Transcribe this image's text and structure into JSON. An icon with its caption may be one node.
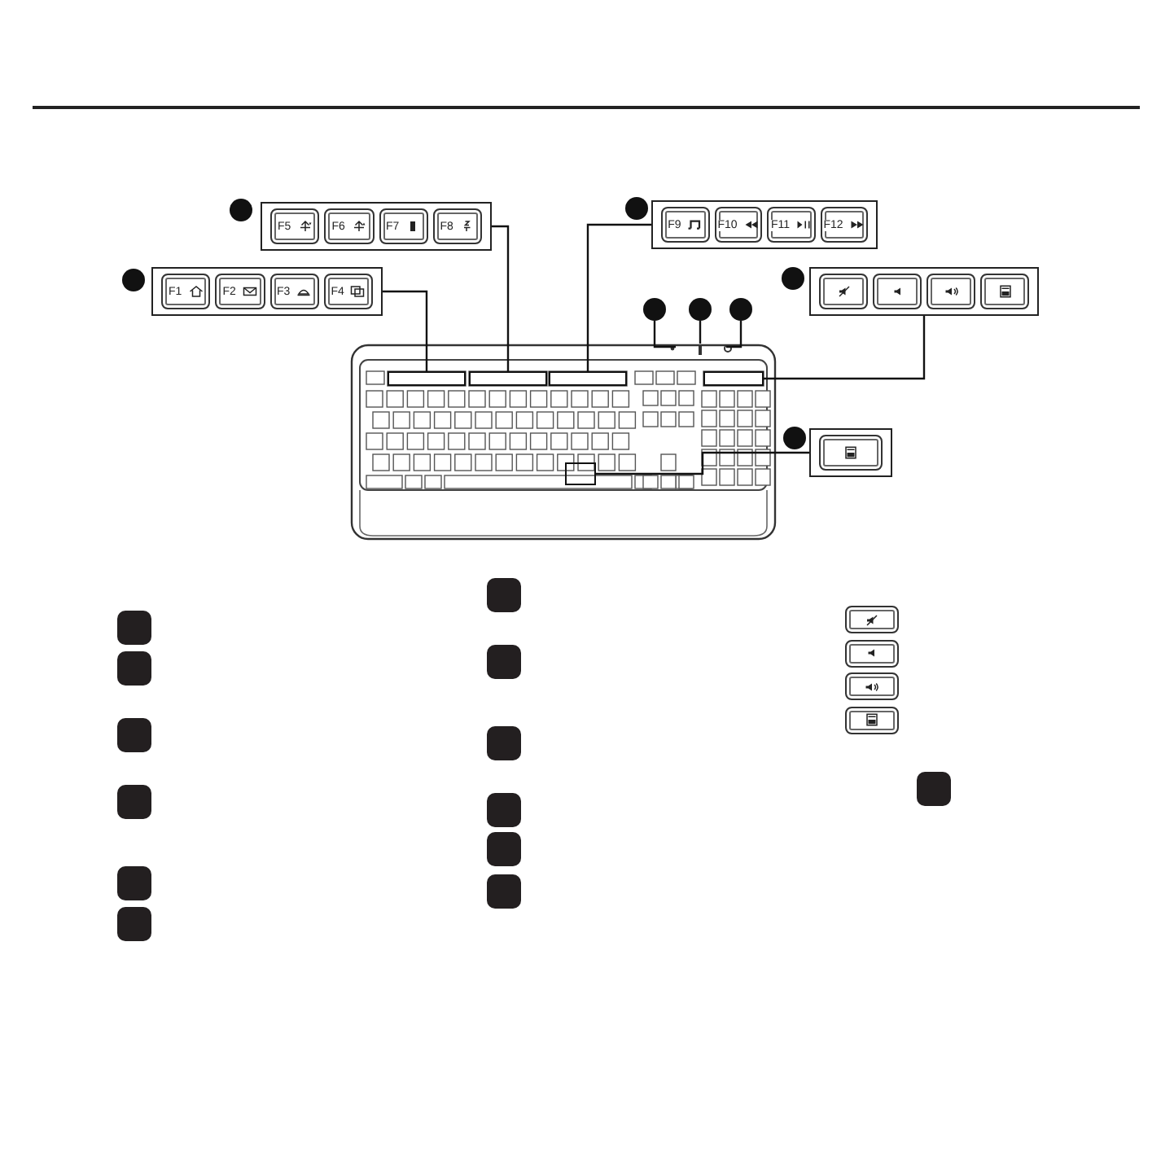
{
  "diagram": {
    "nodes": [
      {
        "text": [
          "F5",
          "F6",
          "F7",
          "F8"
        ]
      },
      {
        "text": [
          "F9",
          "F10",
          "F11",
          "F12"
        ]
      },
      {
        "text": [
          "F1",
          "F2",
          "F3",
          "F4"
        ]
      },
      {
        "text": [],
        "shape": "box"
      },
      {
        "text": [],
        "shape": "circle"
      },
      {
        "text": [],
        "shape": "circle"
      },
      {
        "text": [],
        "shape": "circle"
      },
      {
        "text": [],
        "shape": "picture"
      },
      {
        "text": [],
        "shape": "box",
        "in": 7
      },
      {
        "text": [],
        "shape": "box",
        "in": 7
      },
      {
        "text": [],
        "shape": "box",
        "in": 7
      },
      {
        "text": [],
        "shape": "box",
        "in": 7
      },
      {
        "text": [],
        "shape": "box",
        "in": 7
      },
      {
        "text": [],
        "shape": "box"
      },
      {
        "text": [],
        "shape": "circle"
      },
      {
        "text": [],
        "shape": "circle"
      },
      {
        "text": [],
        "shape": "circle"
      },
      {
        "text": [],
        "shape": "circle"
      },
      {
        "text": [],
        "shape": "circle"
      }
    ],
    "edges": [
      {
        "from": 2,
        "to": 8,
        "arrow": "none"
      },
      {
        "from": 0,
        "to": 9,
        "arrow": "none"
      },
      {
        "from": 1,
        "to": 10,
        "arrow": "none"
      },
      {
        "from": 3,
        "to": 11,
        "arrow": "none"
      },
      {
        "from": 13,
        "to": 12,
        "arrow": "none"
      },
      {
        "from": 4,
        "to": 7,
        "arrow": "none"
      },
      {
        "from": 5,
        "to": 7,
        "arrow": "none"
      },
      {
        "from": 6,
        "to": 7,
        "arrow": "none"
      }
    ]
  }
}
